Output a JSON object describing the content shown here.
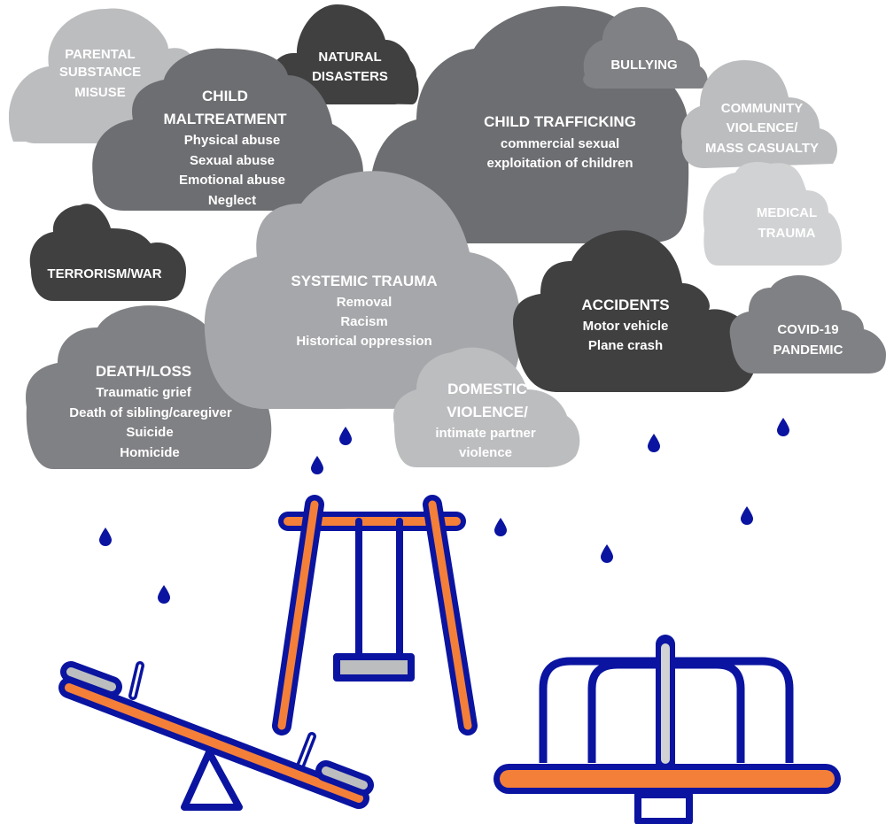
{
  "colors": {
    "cloud_light": "#bcbdbf",
    "cloud_lighter": "#d1d2d4",
    "cloud_mid": "#a6a7aa",
    "cloud_gray": "#808184",
    "cloud_dark": "#6d6e71",
    "cloud_darkest": "#404041",
    "navy": "#0a14a0",
    "orange": "#f47f39",
    "seat_gray": "#bcbdbf"
  },
  "clouds": {
    "parental": {
      "title": [
        "PARENTAL",
        "SUBSTANCE",
        "MISUSE"
      ]
    },
    "natural": {
      "title": [
        "NATURAL",
        "DISASTERS"
      ]
    },
    "maltreatment": {
      "title": [
        "CHILD",
        "MALTREATMENT"
      ],
      "items": [
        "Physical abuse",
        "Sexual abuse",
        "Emotional abuse",
        "Neglect"
      ]
    },
    "bullying": {
      "title": [
        "BULLYING"
      ]
    },
    "trafficking": {
      "title": [
        "CHILD TRAFFICKING"
      ],
      "items": [
        "commercial sexual",
        "exploitation of children"
      ]
    },
    "community": {
      "title": [
        "COMMUNITY",
        "VIOLENCE/",
        "MASS CASUALTY"
      ]
    },
    "medical": {
      "title": [
        "MEDICAL",
        "TRAUMA"
      ]
    },
    "terrorism": {
      "title": [
        "TERRORISM/WAR"
      ]
    },
    "systemic": {
      "title": [
        "SYSTEMIC TRAUMA"
      ],
      "items": [
        "Removal",
        "Racism",
        "Historical oppression"
      ]
    },
    "accidents": {
      "title": [
        "ACCIDENTS"
      ],
      "items": [
        "Motor vehicle",
        "Plane crash"
      ]
    },
    "covid": {
      "title": [
        "COVID-19",
        "PANDEMIC"
      ]
    },
    "death": {
      "title": [
        "DEATH/LOSS"
      ],
      "items": [
        "Traumatic grief",
        "Death of sibling/caregiver",
        "Suicide",
        "Homicide"
      ]
    },
    "domestic": {
      "title": [
        "DOMESTIC",
        "VIOLENCE/"
      ],
      "items": [
        "intimate partner",
        "violence"
      ]
    }
  },
  "icons": {
    "raindrop": "raindrop-icon",
    "swing": "swing-set-icon",
    "seesaw": "seesaw-icon",
    "merry_go_round": "merry-go-round-icon"
  }
}
